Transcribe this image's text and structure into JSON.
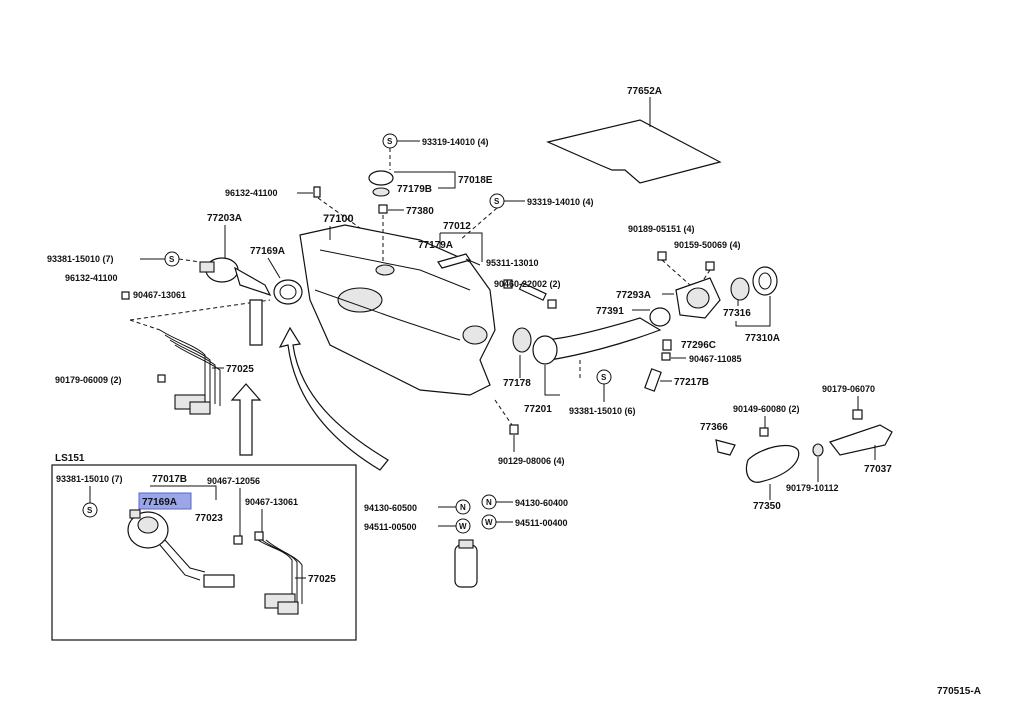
{
  "diagram_id": "770515-A",
  "inset_title": "LS151",
  "labels": {
    "p77652A": "77652A",
    "p93319_a": "93319-14010 (4)",
    "p77018E": "77018E",
    "p77179B": "77179B",
    "p96132_a": "96132-41100",
    "p77380": "77380",
    "p93319_b": "93319-14010 (4)",
    "p77203A": "77203A",
    "p77100": "77100",
    "p77012": "77012",
    "p77179A": "77179A",
    "p90189": "90189-05151 (4)",
    "p90159": "90159-50069 (4)",
    "p77169A": "77169A",
    "p93381_a": "93381-15010 (7)",
    "p95311": "95311-13010",
    "p96132_b": "96132-41100",
    "p90460": "90460-22002 (2)",
    "p77293A": "77293A",
    "p90467_a": "90467-13061",
    "p77391": "77391",
    "p77316": "77316",
    "p77310A": "77310A",
    "p77296C": "77296C",
    "p90467_b": "90467-11085",
    "p77025_a": "77025",
    "p90179_a": "90179-06009 (2)",
    "p77178": "77178",
    "p77217B": "77217B",
    "p77201": "77201",
    "p93381_b": "93381-15010 (6)",
    "p90179_b": "90179-06070",
    "p90149": "90149-60080 (2)",
    "p77366": "77366",
    "p77037": "77037",
    "p90129": "90129-08006 (4)",
    "p90179_c": "90179-10112",
    "p77350": "77350",
    "p94130_a": "94130-60500",
    "p94130_b": "94130-60400",
    "p94511_a": "94511-00500",
    "p94511_b": "94511-00400",
    "i93381": "93381-15010 (7)",
    "i77017B": "77017B",
    "i90467_a": "90467-12056",
    "i77169A": "77169A",
    "i77023": "77023",
    "i90467_b": "90467-13061",
    "i77025": "77025"
  },
  "symbols": {
    "s": "S",
    "n": "N",
    "w": "W"
  },
  "highlight_color": "#9aa6e8"
}
